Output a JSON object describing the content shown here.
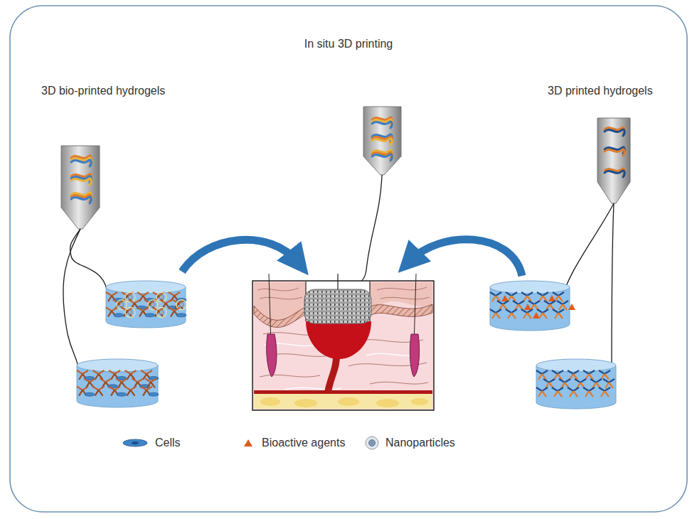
{
  "diagram": {
    "title": "In situ 3D printing",
    "labels": [
      "3D bio-printed hydrogels",
      "3D printed hydrogels"
    ],
    "legend": [
      {
        "text": "Cells"
      },
      {
        "text": "Bioactive agents"
      },
      {
        "text": "Nanoparticles"
      }
    ]
  }
}
